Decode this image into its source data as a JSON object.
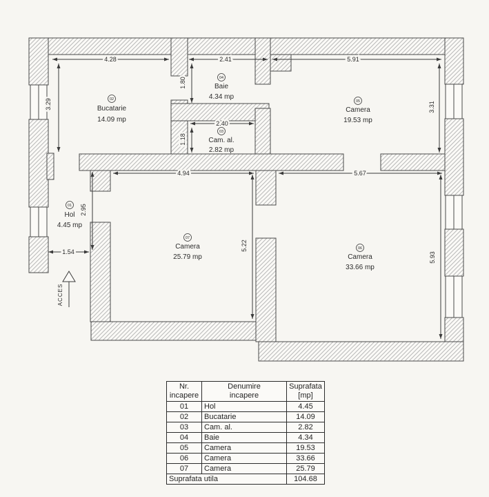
{
  "plan": {
    "access_label": "ACCES",
    "rooms": [
      {
        "id": "01",
        "name": "Hol",
        "area": "4.45 mp"
      },
      {
        "id": "02",
        "name": "Bucatarie",
        "area": "14.09 mp"
      },
      {
        "id": "03",
        "name": "Cam. al.",
        "area": "2.82 mp"
      },
      {
        "id": "04",
        "name": "Baie",
        "area": "4.34 mp"
      },
      {
        "id": "05",
        "name": "Camera",
        "area": "19.53 mp"
      },
      {
        "id": "06",
        "name": "Camera",
        "area": "33.66 mp"
      },
      {
        "id": "07",
        "name": "Camera",
        "area": "25.79 mp"
      }
    ],
    "dimensions": {
      "kitchen_width": "4.28",
      "kitchen_height": "3.29",
      "bath_width": "2.41",
      "bath_height": "1.80",
      "room5_width": "5.91",
      "room5_height": "3.31",
      "pantry_width": "2.40",
      "pantry_height": "1.18",
      "room7_width": "4.94",
      "room7_height": "5.22",
      "room6_width": "5.67",
      "room6_height": "5.93",
      "hall_height": "2.95",
      "hall_width": "1.54"
    }
  },
  "table": {
    "headers": {
      "col1_line1": "Nr.",
      "col1_line2": "incapere",
      "col2_line1": "Denumire",
      "col2_line2": "incapere",
      "col3_line1": "Suprafata",
      "col3_line2": "[mp]"
    },
    "rows": [
      {
        "nr": "01",
        "name": "Hol",
        "area": "4.45"
      },
      {
        "nr": "02",
        "name": "Bucatarie",
        "area": "14.09"
      },
      {
        "nr": "03",
        "name": "Cam. al.",
        "area": "2.82"
      },
      {
        "nr": "04",
        "name": "Baie",
        "area": "4.34"
      },
      {
        "nr": "05",
        "name": "Camera",
        "area": "19.53"
      },
      {
        "nr": "06",
        "name": "Camera",
        "area": "33.66"
      },
      {
        "nr": "07",
        "name": "Camera",
        "area": "25.79"
      }
    ],
    "footer": {
      "label": "Suprafata utila",
      "total": "104.68"
    }
  },
  "colors": {
    "line": "#3a3a3a",
    "hatch": "#b9b9b9",
    "paper": "#f7f6f2"
  }
}
